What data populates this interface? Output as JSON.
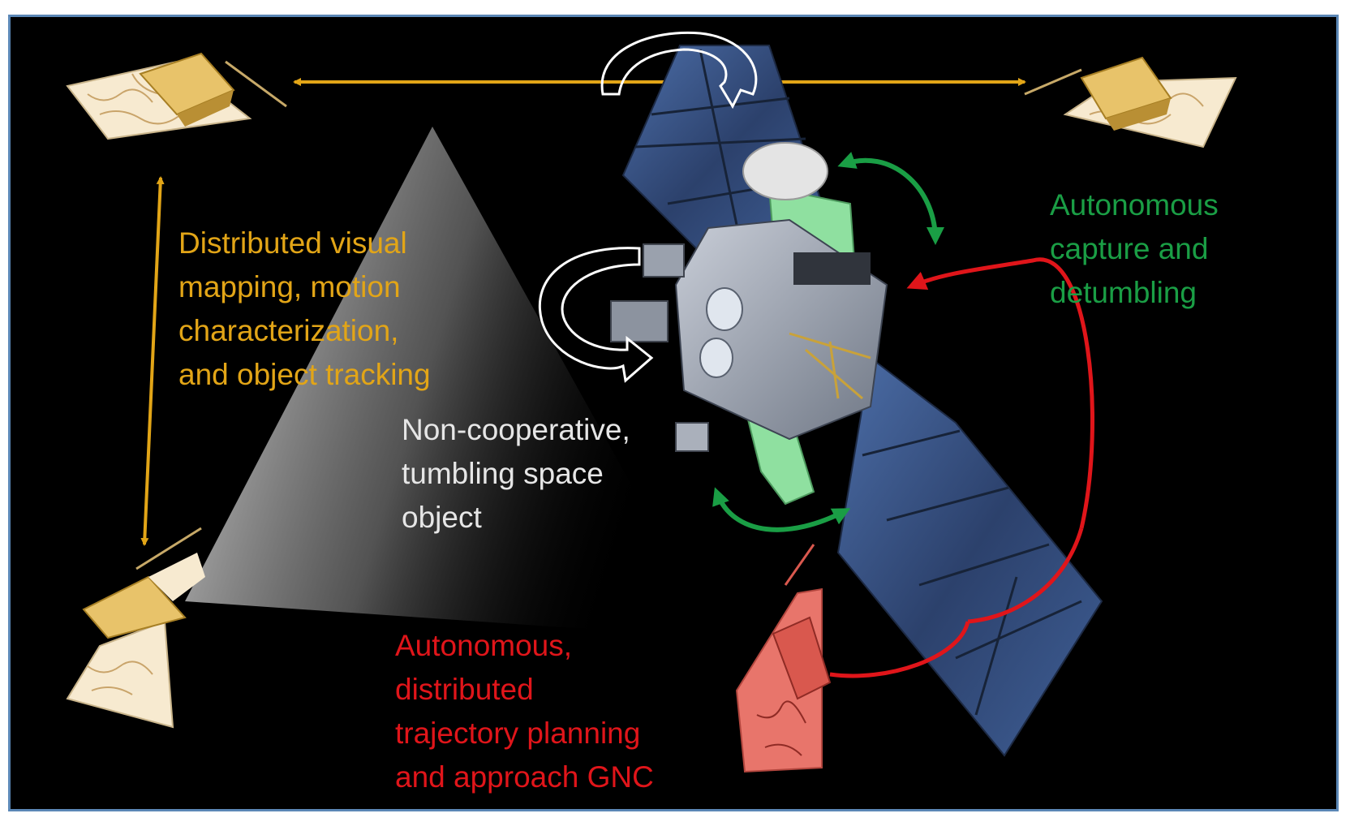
{
  "labels": {
    "mapping": "Distributed visual\nmapping,  motion\ncharacterization,\nand object tracking",
    "capture": "Autonomous\ncapture and\ndetumbling",
    "target": "Non-cooperative,\ntumbling  space\nobject",
    "planning": "Autonomous,\ndistributed\ntrajectory planning\nand approach GNC"
  },
  "colors": {
    "frame_border": "#5b87b6",
    "background": "#000000",
    "mapping": "#e2a517",
    "capture": "#1a9e45",
    "target": "#e6e6e6",
    "planning": "#e0151a",
    "inspector_body": "#e8c36a",
    "inspector_panel": "#f7ead0",
    "approach_craft": "#e8756b",
    "capture_panel": "#8fe0a0",
    "solar_panel": "#34507e"
  },
  "icons": [
    "inspector-satellite-icon",
    "approach-spacecraft-icon",
    "target-satellite-icon",
    "rotation-arrow-icon"
  ]
}
